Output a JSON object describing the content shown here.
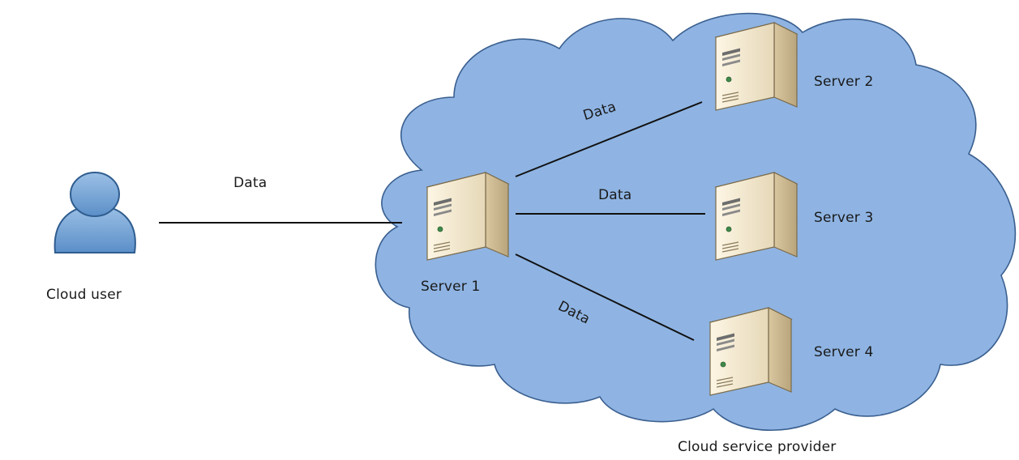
{
  "diagram": {
    "user": {
      "label": "Cloud user",
      "icon": "user-icon"
    },
    "provider": {
      "label": "Cloud service provider",
      "icon": "cloud-icon",
      "color": "#8fb4e3"
    },
    "servers": [
      {
        "label": "Server 1",
        "icon": "server-icon"
      },
      {
        "label": "Server 2",
        "icon": "server-icon"
      },
      {
        "label": "Server 3",
        "icon": "server-icon"
      },
      {
        "label": "Server 4",
        "icon": "server-icon"
      }
    ],
    "edges": [
      {
        "from": "Cloud user",
        "to": "Server 1",
        "label": "Data"
      },
      {
        "from": "Server 1",
        "to": "Server 2",
        "label": "Data"
      },
      {
        "from": "Server 1",
        "to": "Server 3",
        "label": "Data"
      },
      {
        "from": "Server 1",
        "to": "Server 4",
        "label": "Data"
      }
    ]
  }
}
